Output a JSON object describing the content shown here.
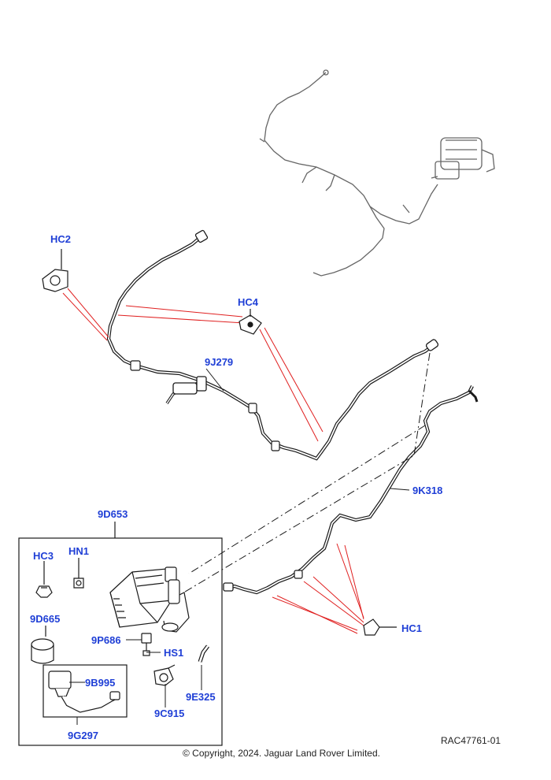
{
  "colors": {
    "callout": "#1f3fd6",
    "leader": "#e02020",
    "line": "#1a1a1a"
  },
  "callouts": {
    "hc2": "HC2",
    "hc4": "HC4",
    "j279": "9J279",
    "k318": "9K318",
    "d653": "9D653",
    "hc3": "HC3",
    "hn1": "HN1",
    "d665": "9D665",
    "p686": "9P686",
    "hs1": "HS1",
    "b995": "9B995",
    "e325": "9E325",
    "c915": "9C915",
    "g297": "9G297",
    "hc1": "HC1"
  },
  "reference": "RAC47761-01",
  "copyright": "© Copyright, 2024. Jaguar Land Rover Limited.",
  "icons": [
    "clip-icon",
    "bracket-icon",
    "canister-icon",
    "valve-icon",
    "filter-icon"
  ]
}
